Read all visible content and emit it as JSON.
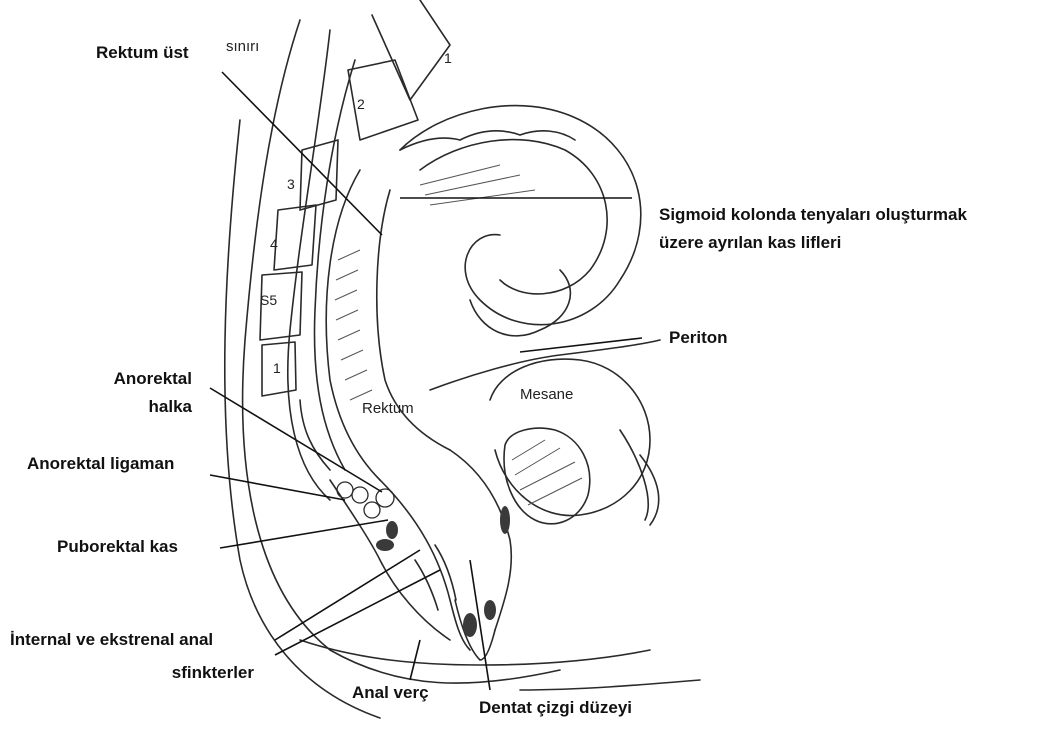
{
  "callouts": {
    "rektum_ust": "Rektum üst",
    "sigmoid_1": "Sigmoid kolonda tenyaları oluşturmak",
    "sigmoid_2": "üzere ayrılan kas lifleri",
    "periton": "Periton",
    "anorektal_halka_1": "Anorektal",
    "anorektal_halka_2": "halka",
    "anorektal_ligaman": "Anorektal  ligaman",
    "puborektal_kas": "Puborektal kas",
    "sfinkter_1": "İnternal ve ekstrenal anal",
    "sfinkter_2": "sfinkterler",
    "anal_verc": "Anal verç",
    "dentat": "Dentat çizgi düzeyi"
  },
  "figure_text": {
    "siniri": "sınırı",
    "rektum": "Rektum",
    "mesane": "Mesane",
    "v1_top": "1",
    "v2": "2",
    "v3": "3",
    "v4": "4",
    "s5": "S5",
    "v1_bottom": "1"
  },
  "colors": {
    "ink": "#111111",
    "sketch": "#2a2a2a",
    "hatch": "#555555",
    "fill_dark": "#3a3a3a",
    "background": "#ffffff"
  }
}
